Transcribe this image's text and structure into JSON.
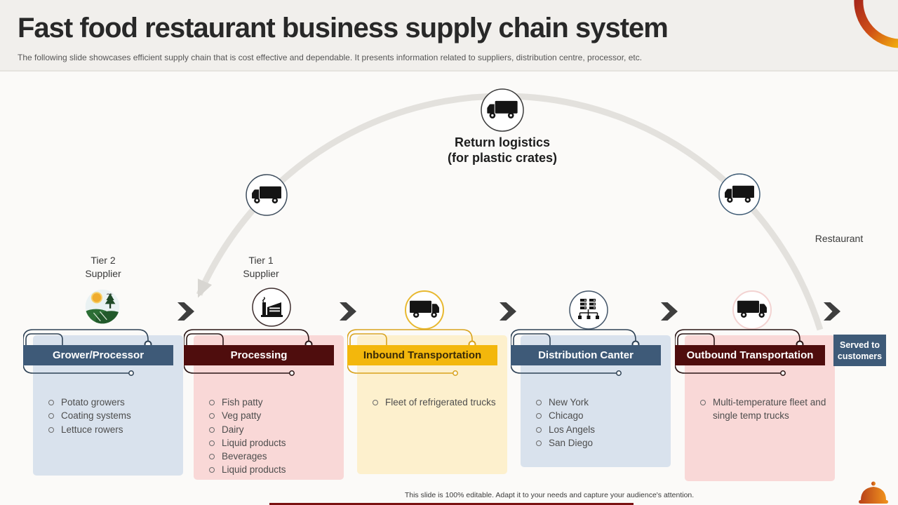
{
  "slide": {
    "title": "Fast food restaurant business supply chain system",
    "subtitle": "The following slide showcases efficient supply chain that is cost effective and dependable. It presents information related to suppliers, distribution centre, processor, etc.",
    "footer_note": "This slide is 100% editable. Adapt it to your needs and capture your audience's attention."
  },
  "diagram": {
    "return_logistics": {
      "line1": "Return logistics",
      "line2": "(for plastic crates)"
    },
    "labels": {
      "tier2_line1": "Tier 2",
      "tier2_line2": "Supplier",
      "tier1_line1": "Tier 1",
      "tier1_line2": "Supplier",
      "restaurant": "Restaurant"
    },
    "served": {
      "line1": "Served to",
      "line2": "customers"
    },
    "icons": [
      "truck-icon",
      "farm-icon",
      "factory-icon",
      "distribution-network-icon",
      "chevron-icon",
      "cloche-icon",
      "brand-ring-icon"
    ]
  },
  "cards": [
    {
      "title": "Grower/Processor",
      "items": [
        "Potato growers",
        "Coating systems",
        "Lettuce rowers"
      ]
    },
    {
      "title": "Processing",
      "items": [
        "Fish patty",
        "Veg patty",
        "Dairy",
        "Liquid products",
        "Beverages",
        "Liquid products"
      ]
    },
    {
      "title": "Inbound Transportation",
      "items": [
        "Fleet of refrigerated trucks"
      ]
    },
    {
      "title": "Distribution Canter",
      "items": [
        "New York",
        "Chicago",
        "Los Angels",
        "San Diego"
      ]
    },
    {
      "title": "Outbound Transportation",
      "items": [
        "Multi-temperature fleet and single temp trucks"
      ]
    }
  ],
  "colors": {
    "slate_blue": "#3e5a78",
    "dark_maroon": "#4f0d0d",
    "golden_yellow": "#f3b70c",
    "light_blue": "#d9e2ed",
    "light_pink": "#f9d8d7",
    "light_yellow": "#fdf0cd",
    "arc_gray": "#e3e1dd",
    "accent_red": "#7a1111"
  }
}
